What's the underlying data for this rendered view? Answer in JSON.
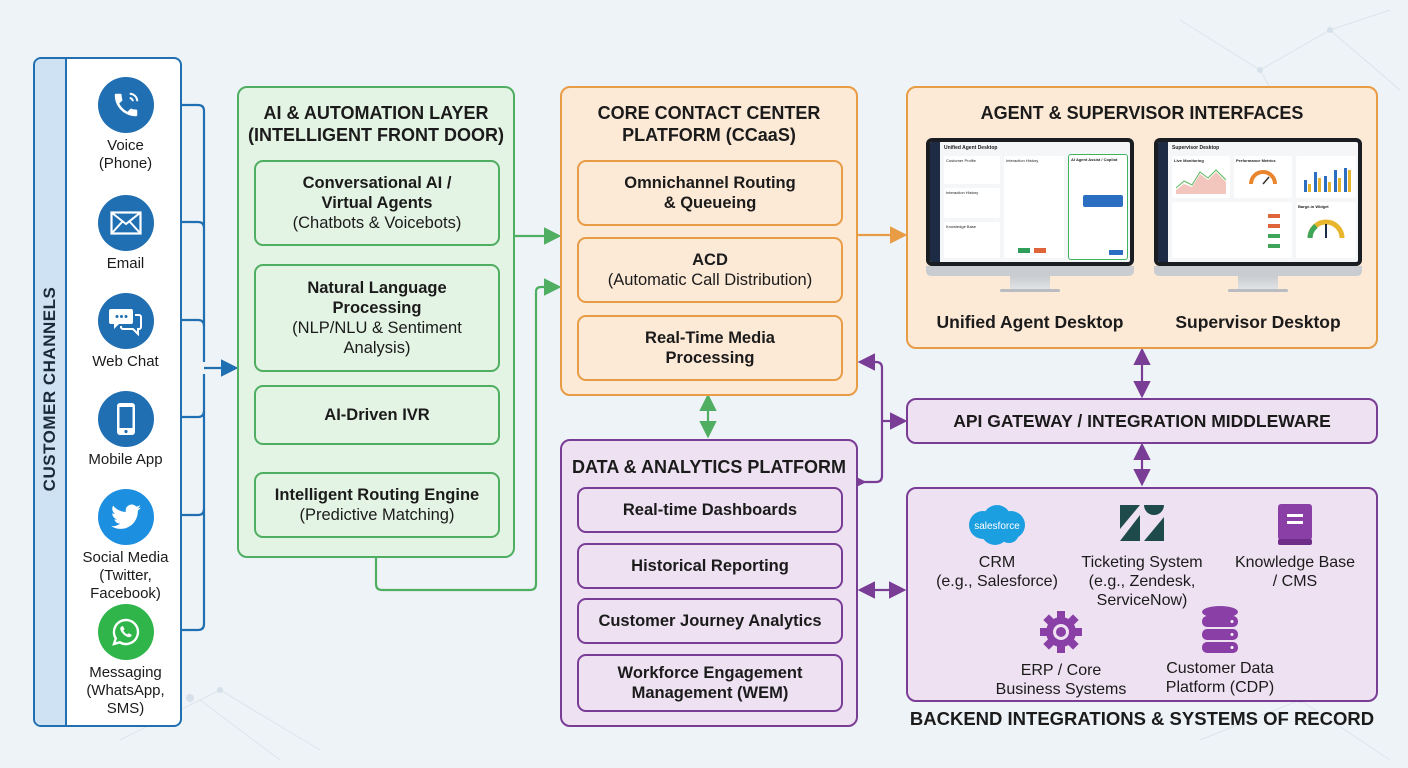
{
  "channels": {
    "title": "CUSTOMER CHANNELS",
    "items": [
      {
        "label": "Voice\n(Phone)",
        "line1": "Voice",
        "line2": "(Phone)",
        "icon": "phone-icon",
        "color": "#1f6fb2"
      },
      {
        "label": "Email",
        "line1": "Email",
        "line2": "",
        "icon": "envelope-icon",
        "color": "#1f6fb2"
      },
      {
        "label": "Web Chat",
        "line1": "Web Chat",
        "line2": "",
        "icon": "chat-bubbles-icon",
        "color": "#1f6fb2"
      },
      {
        "label": "Mobile App",
        "line1": "Mobile App",
        "line2": "",
        "icon": "smartphone-icon",
        "color": "#1f6fb2"
      },
      {
        "label": "Social Media (Twitter, Facebook)",
        "line1": "Social Media",
        "line2": "(Twitter,",
        "line3": "Facebook)",
        "icon": "twitter-bird-icon",
        "color": "#1da1f2"
      },
      {
        "label": "Messaging (WhatsApp, SMS)",
        "line1": "Messaging",
        "line2": "(WhatsApp,",
        "line3": "SMS)",
        "icon": "whatsapp-icon",
        "color": "#2fb54a"
      }
    ]
  },
  "ai_layer": {
    "title1": "AI & AUTOMATION LAYER",
    "title2": "(INTELLIGENT FRONT DOOR)",
    "items": [
      {
        "bold1": "Conversational AI /",
        "bold2": "Virtual Agents",
        "regular1": "(Chatbots & Voicebots)"
      },
      {
        "bold1": "Natural Language",
        "bold2": "Processing",
        "regular1": "(NLP/NLU & Sentiment",
        "regular2": "Analysis)"
      },
      {
        "bold1": "AI-Driven IVR"
      },
      {
        "bold1": "Intelligent Routing Engine",
        "regular1": "(Predictive Matching)"
      }
    ]
  },
  "ccaas": {
    "title1": "CORE CONTACT CENTER",
    "title2": "PLATFORM (CCaaS)",
    "items": [
      {
        "bold1": "Omnichannel Routing",
        "bold2": "& Queueing"
      },
      {
        "bold1": "ACD",
        "regular1": "(Automatic Call Distribution)"
      },
      {
        "bold1": "Real-Time Media",
        "bold2": "Processing"
      }
    ]
  },
  "analytics": {
    "title": "DATA & ANALYTICS PLATFORM",
    "items": [
      {
        "bold1": "Real-time Dashboards"
      },
      {
        "bold1": "Historical Reporting"
      },
      {
        "bold1": "Customer Journey Analytics"
      },
      {
        "bold1": "Workforce Engagement",
        "bold2": "Management (WEM)"
      }
    ]
  },
  "interfaces": {
    "title": "AGENT & SUPERVISOR INTERFACES",
    "agent_desktop": {
      "label": "Unified Agent Desktop",
      "screen_title": "Unified Agent Desktop",
      "panels": [
        "Customer Profile",
        "Interaction History",
        "Knowledge Base",
        "Interaction History",
        "AI Agent Assist / Copilot"
      ]
    },
    "supervisor_desktop": {
      "label": "Supervisor Desktop",
      "screen_title": "Supervisor Desktop",
      "panels": [
        "Live Monitoring",
        "Performance Metrics",
        "Barge-in Widget"
      ]
    }
  },
  "api_gateway": {
    "label": "API GATEWAY / INTEGRATION MIDDLEWARE"
  },
  "backend": {
    "caption": "BACKEND INTEGRATIONS & SYSTEMS OF RECORD",
    "items": [
      {
        "line1": "CRM",
        "line2": "(e.g., Salesforce)",
        "icon": "salesforce-cloud-icon",
        "logo_text": "salesforce"
      },
      {
        "line1": "Ticketing System",
        "line2": "(e.g., Zendesk,",
        "line3": "ServiceNow)",
        "icon": "zendesk-logo-icon"
      },
      {
        "line1": "Knowledge Base",
        "line2": "/ CMS",
        "icon": "book-icon"
      },
      {
        "line1": "ERP / Core",
        "line2": "Business Systems",
        "icon": "gear-icon"
      },
      {
        "line1": "Customer Data",
        "line2": "Platform (CDP)",
        "icon": "database-icon"
      }
    ]
  },
  "colors": {
    "channel_blue": "#1f6fb2",
    "ai_green": "#4fae62",
    "ccaas_orange": "#e89c45",
    "data_purple": "#7a3d96"
  }
}
